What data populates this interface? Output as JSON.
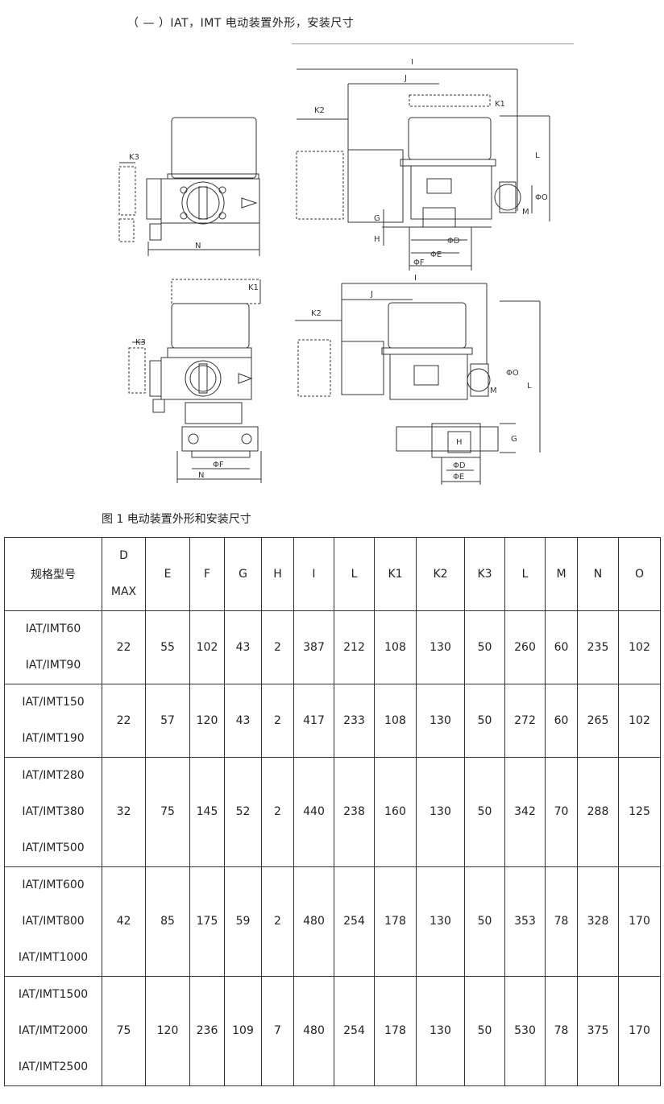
{
  "heading": "（ — ）IAT，IMT 电动装置外形，安装尺寸",
  "figure": {
    "caption": "图 1  电动装置外形和安装尺寸",
    "dimension_labels": {
      "top_left": {
        "K3": "K3",
        "N": "N"
      },
      "top_right": {
        "I": "I",
        "J": "J",
        "K1": "K1",
        "K2": "K2",
        "L": "L",
        "PhiO": "ΦO",
        "M": "M",
        "G": "G",
        "H": "H",
        "PhiD": "ΦD",
        "PhiE": "ΦE",
        "PhiF": "ΦF"
      },
      "bottom_left": {
        "K1": "K1",
        "K3": "K3",
        "PhiF": "ΦF",
        "N": "N"
      },
      "bottom_right": {
        "I": "I",
        "J": "J",
        "K2": "K2",
        "L": "L",
        "PhiO": "ΦO",
        "M": "M",
        "G": "G",
        "H": "H",
        "PhiD": "ΦD",
        "PhiE": "ΦE"
      }
    }
  },
  "table": {
    "header": {
      "model": "规格型号",
      "d_top": "D",
      "d_bottom": "MAX",
      "cols": [
        "E",
        "F",
        "G",
        "H",
        "I",
        "L",
        "K1",
        "K2",
        "K3",
        "L",
        "M",
        "N",
        "O"
      ]
    },
    "rows": [
      {
        "models": [
          "IAT/IMT60",
          "IAT/IMT90"
        ],
        "values": [
          "22",
          "55",
          "102",
          "43",
          "2",
          "387",
          "212",
          "108",
          "130",
          "50",
          "260",
          "60",
          "235",
          "102"
        ]
      },
      {
        "models": [
          "IAT/IMT150",
          "IAT/IMT190"
        ],
        "values": [
          "22",
          "57",
          "120",
          "43",
          "2",
          "417",
          "233",
          "108",
          "130",
          "50",
          "272",
          "60",
          "265",
          "102"
        ]
      },
      {
        "models": [
          "IAT/IMT280",
          "IAT/IMT380",
          "IAT/IMT500"
        ],
        "values": [
          "32",
          "75",
          "145",
          "52",
          "2",
          "440",
          "238",
          "160",
          "130",
          "50",
          "342",
          "70",
          "288",
          "125"
        ]
      },
      {
        "models": [
          "IAT/IMT600",
          "IAT/IMT800",
          "IAT/IMT1000"
        ],
        "values": [
          "42",
          "85",
          "175",
          "59",
          "2",
          "480",
          "254",
          "178",
          "130",
          "50",
          "353",
          "78",
          "328",
          "170"
        ]
      },
      {
        "models": [
          "IAT/IMT1500",
          "IAT/IMT2000",
          "IAT/IMT2500"
        ],
        "values": [
          "75",
          "120",
          "236",
          "109",
          "7",
          "480",
          "254",
          "178",
          "130",
          "50",
          "530",
          "78",
          "375",
          "170"
        ]
      }
    ]
  }
}
